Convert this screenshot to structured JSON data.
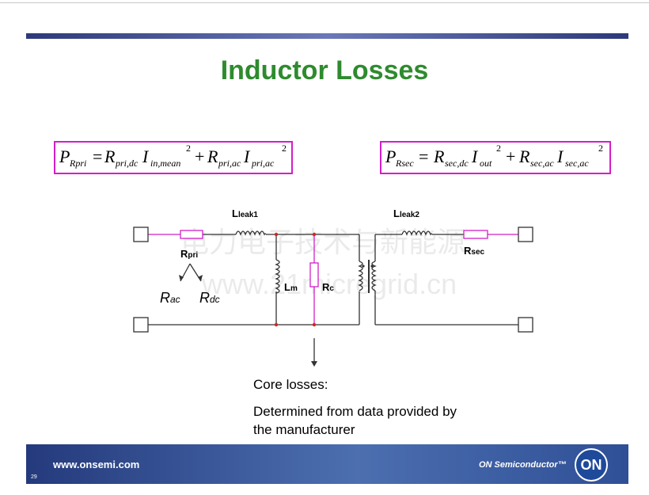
{
  "slide": {
    "title": "Inductor Losses",
    "page_number": "29"
  },
  "equation_primary": {
    "lhs": "P",
    "lhs_sub": "Rpri",
    "eq": "=",
    "t1": "R",
    "t1_sub": "pri,dc",
    "t2": "I",
    "t2_sub": "in,mean",
    "t2_sup": "2",
    "plus": "+",
    "t3": "R",
    "t3_sub": "pri,ac",
    "t4": "I",
    "t4_sub": "pri,ac",
    "t4_sup": "2"
  },
  "equation_secondary": {
    "lhs": "P",
    "lhs_sub": "Rsec",
    "eq": "=",
    "t1": "R",
    "t1_sub": "sec,dc",
    "t2": "I",
    "t2_sub": "out",
    "t2_sup": "2",
    "plus": "+",
    "t3": "R",
    "t3_sub": "sec,ac",
    "t4": "I",
    "t4_sub": "sec,ac",
    "t4_sup": "2"
  },
  "circuit": {
    "l_leak1": {
      "main": "L",
      "sub": "leak1"
    },
    "l_leak2": {
      "main": "L",
      "sub": "leak2"
    },
    "r_pri": {
      "main": "R",
      "sub": "pri"
    },
    "r_sec": {
      "main": "R",
      "sub": "sec"
    },
    "l_m": {
      "main": "L",
      "sub": "m"
    },
    "r_c": {
      "main": "R",
      "sub": "c"
    },
    "r_ac": {
      "main": "R",
      "sub": "ac"
    },
    "r_dc": {
      "main": "R",
      "sub": "dc"
    },
    "wire_color": "#333333",
    "resistor_color": "#d21fc8",
    "node_color": "#e02020"
  },
  "notes": {
    "core_losses": "Core losses:",
    "determined": "Determined from data provided by",
    "determined2": "the manufacturer"
  },
  "watermark": {
    "line1": "电力电子技术与新能源",
    "line2": "www.21micregrid.cn"
  },
  "footer": {
    "url": "www.onsemi.com",
    "brand": "ON Semiconductor™",
    "logo": "ON"
  }
}
